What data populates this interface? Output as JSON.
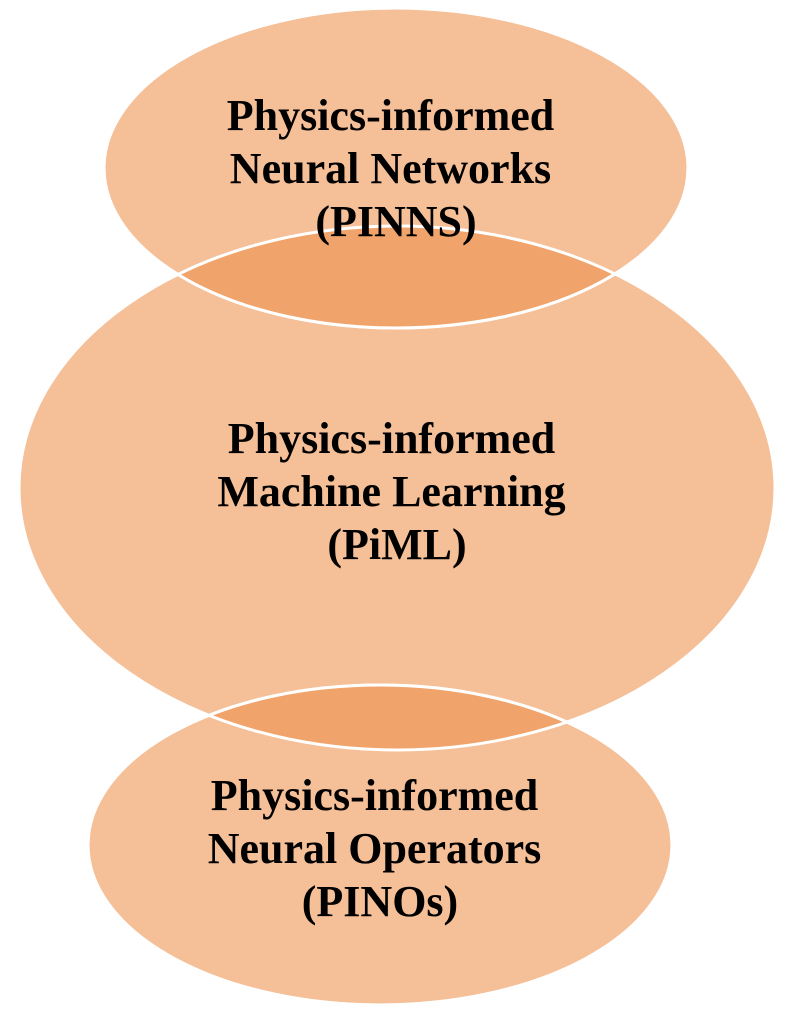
{
  "colors": {
    "ellipse_fill": "#F5BF97",
    "overlap_fill": "#F0A46B",
    "stroke": "#FFFFFF",
    "text": "#000000"
  },
  "ellipses": [
    {
      "id": "pinns",
      "lines": [
        "Physics-informed",
        "Neural Networks",
        "(PINNS)"
      ]
    },
    {
      "id": "piml",
      "lines": [
        "Physics-informed",
        "Machine Learning",
        "(PiML)"
      ]
    },
    {
      "id": "pinos",
      "lines": [
        "Physics-informed",
        "Neural Operators",
        "(PINOs)"
      ]
    }
  ]
}
